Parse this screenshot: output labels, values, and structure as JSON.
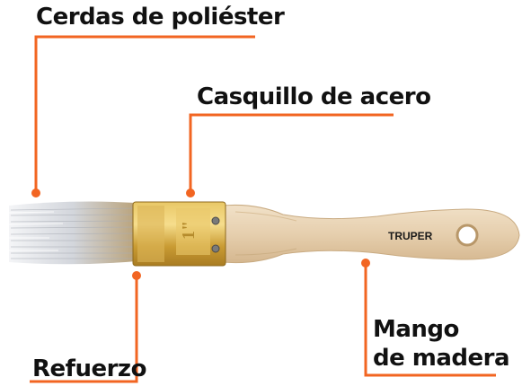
{
  "callouts": {
    "bristles": "Cerdas de poliéster",
    "ferrule": "Casquillo de acero",
    "reinforcement": "Refuerzo",
    "handle_line1": "Mango",
    "handle_line2": "de madera"
  },
  "brand": "TRUPER",
  "ferrule_stamp": "1\"",
  "colors": {
    "accent": "#f26522",
    "text": "#111111",
    "bristles": "#d9dbe0",
    "ferrule": "#c9a23a",
    "wood": "#e8d3b4"
  }
}
